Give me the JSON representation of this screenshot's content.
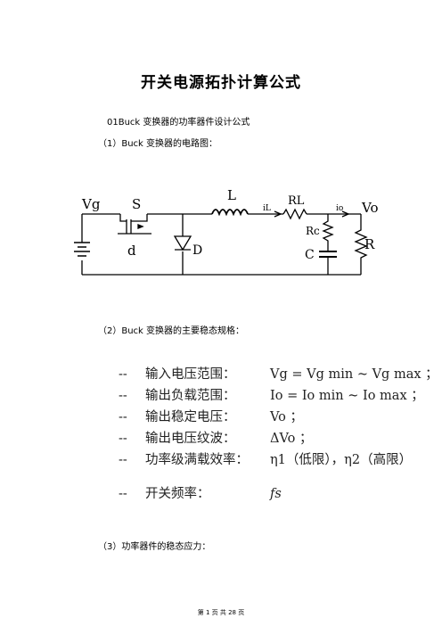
{
  "title": "开关电源拓扑计算公式",
  "section_heading": "01Buck 变换器的功率器件设计公式",
  "item1": "（1）Buck  变换器的电路图：",
  "item2": "（2）Buck  变换器的主要稳态规格：",
  "item3": "（3）功率器件的稳态应力：",
  "circuit_labels": {
    "vg": "Vg",
    "s": "S",
    "d": "d",
    "diode": "D",
    "l": "L",
    "il": "iL",
    "rl": "RL",
    "io": "io",
    "vo": "Vo",
    "rc": "Rc",
    "c": "C",
    "r": "R"
  },
  "specs": [
    {
      "dash": "--",
      "label": "输入电压范围：",
      "expr": "Vg = Vg min ~ Vg max ；"
    },
    {
      "dash": "--",
      "label": "输出负载范围：",
      "expr": "Io = Io min ~ Io max ；"
    },
    {
      "dash": "--",
      "label": "输出稳定电压：",
      "expr": "Vo ；"
    },
    {
      "dash": "--",
      "label": "输出电压纹波：",
      "expr": "ΔVo ；"
    },
    {
      "dash": "--",
      "label": "功率级满载效率：",
      "expr": "η1（低限），η2（高限）"
    },
    {
      "dash": "--",
      "label": "开关频率：",
      "expr": "fs"
    }
  ],
  "footer": "第 1 页 共 28 页"
}
